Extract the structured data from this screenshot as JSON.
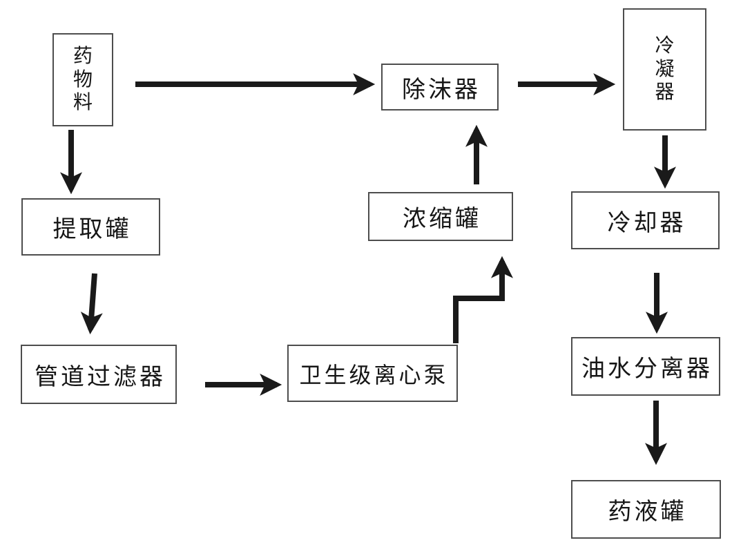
{
  "diagram": {
    "type": "process-flowchart",
    "background_color": "#ffffff",
    "box_border_color": "#4d4d4d",
    "arrow_color": "#1a1a1a",
    "text_color": "#161616",
    "nodes": [
      {
        "id": "drug-material",
        "label": "药物料",
        "text_orientation": "vertical"
      },
      {
        "id": "extraction-tank",
        "label": "提取罐",
        "text_orientation": "horizontal"
      },
      {
        "id": "pipe-filter",
        "label": "管道过滤器",
        "text_orientation": "horizontal"
      },
      {
        "id": "pump",
        "label": "卫生级离心泵",
        "text_orientation": "horizontal"
      },
      {
        "id": "concentrator",
        "label": "浓缩罐",
        "text_orientation": "horizontal"
      },
      {
        "id": "demister",
        "label": "除沫器",
        "text_orientation": "horizontal"
      },
      {
        "id": "condenser",
        "label": "冷凝器",
        "text_orientation": "vertical"
      },
      {
        "id": "cooler",
        "label": "冷却器",
        "text_orientation": "horizontal"
      },
      {
        "id": "separator",
        "label": "油水分离器",
        "text_orientation": "horizontal"
      },
      {
        "id": "liquid-tank",
        "label": "药液罐",
        "text_orientation": "horizontal"
      }
    ],
    "edges": [
      {
        "from": "drug-material",
        "to": "demister",
        "shape": "straight-horizontal"
      },
      {
        "from": "demister",
        "to": "condenser",
        "shape": "straight-horizontal"
      },
      {
        "from": "drug-material",
        "to": "extraction-tank",
        "shape": "straight-vertical"
      },
      {
        "from": "extraction-tank",
        "to": "pipe-filter",
        "shape": "straight-vertical"
      },
      {
        "from": "pipe-filter",
        "to": "pump",
        "shape": "straight-horizontal"
      },
      {
        "from": "pump",
        "to": "concentrator",
        "shape": "elbow-up-right-up"
      },
      {
        "from": "concentrator",
        "to": "demister",
        "shape": "straight-vertical"
      },
      {
        "from": "condenser",
        "to": "cooler",
        "shape": "straight-vertical"
      },
      {
        "from": "cooler",
        "to": "separator",
        "shape": "straight-vertical"
      },
      {
        "from": "separator",
        "to": "liquid-tank",
        "shape": "straight-vertical"
      }
    ]
  }
}
